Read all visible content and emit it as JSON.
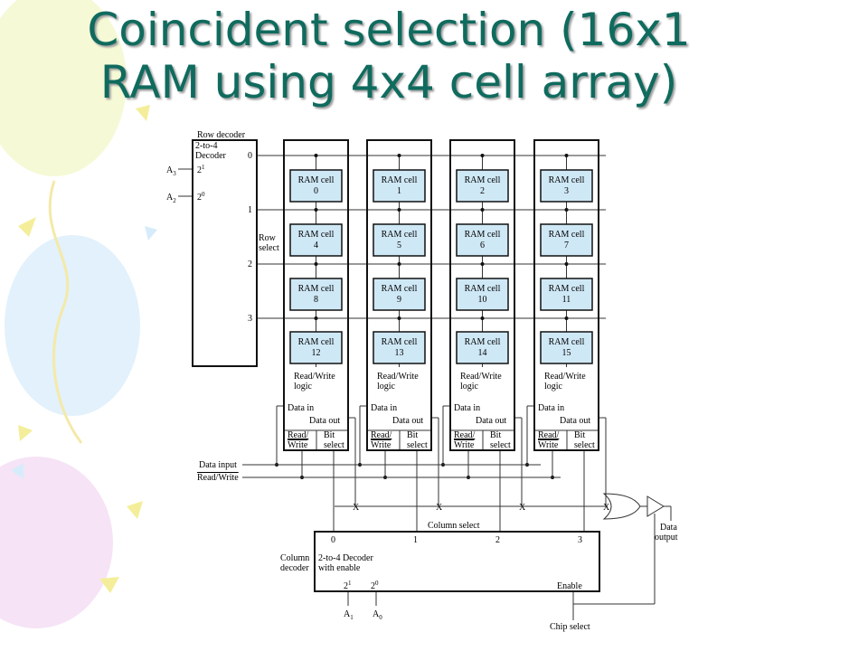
{
  "title": {
    "line1": "Coincident selection (16x1",
    "line2": "RAM using 4x4 cell array)"
  },
  "row_decoder": {
    "caption": "Row decoder",
    "name_line1": "2-to-4",
    "name_line2": "Decoder",
    "input_a3": "A",
    "input_a3_sub": "3",
    "input_a2": "A",
    "input_a2_sub": "2",
    "pin_hi": "2",
    "pin_hi_sup": "1",
    "pin_lo": "2",
    "pin_lo_sup": "0",
    "outputs": [
      "0",
      "1",
      "2",
      "3"
    ],
    "select_line1": "Row",
    "select_line2": "select"
  },
  "cells": {
    "label": "RAM cell",
    "numbers": [
      "0",
      "1",
      "2",
      "3",
      "4",
      "5",
      "6",
      "7",
      "8",
      "9",
      "10",
      "11",
      "12",
      "13",
      "14",
      "15"
    ]
  },
  "column_block": {
    "rw_logic_line1": "Read/Write",
    "rw_logic_line2": "logic",
    "data_in": "Data in",
    "data_out": "Data out",
    "read": "Read/",
    "write": "Write",
    "bit": "Bit",
    "select": "select"
  },
  "signals": {
    "data_input": "Data input",
    "read_write": "Read/Write",
    "x_mark": "X",
    "column_select": "Column select",
    "data_output_line1": "Data",
    "data_output_line2": "output",
    "chip_select": "Chip select"
  },
  "column_decoder": {
    "caption_line1": "Column",
    "caption_line2": "decoder",
    "name_line1": "2-to-4 Decoder",
    "name_line2": "with enable",
    "outputs": [
      "0",
      "1",
      "2",
      "3"
    ],
    "enable": "Enable",
    "pin_hi": "2",
    "pin_hi_sup": "1",
    "pin_lo": "2",
    "pin_lo_sup": "0",
    "input_a1": "A",
    "input_a1_sub": "1",
    "input_a0": "A",
    "input_a0_sub": "0"
  },
  "colors": {
    "title": "#0f6b5e",
    "cell_fill": "#cfe8f6"
  }
}
